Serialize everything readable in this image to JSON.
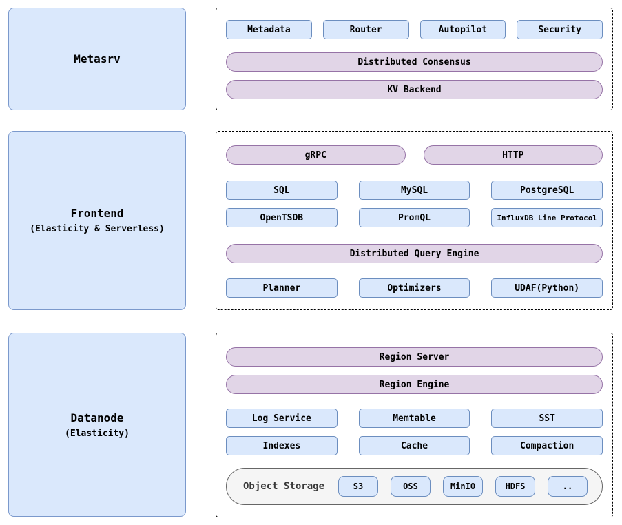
{
  "metasrv": {
    "label": "Metasrv",
    "services": [
      "Metadata",
      "Router",
      "Autopilot",
      "Security"
    ],
    "consensus": "Distributed Consensus",
    "kv_backend": "KV Backend"
  },
  "frontend": {
    "label": "Frontend",
    "sublabel": "(Elasticity & Serverless)",
    "grpc": "gRPC",
    "http": "HTTP",
    "protocols_row1": [
      "SQL",
      "MySQL",
      "PostgreSQL"
    ],
    "protocols_row2": [
      "OpenTSDB",
      "PromQL",
      "InfluxDB Line Protocol"
    ],
    "query_engine": "Distributed Query Engine",
    "engine_parts": [
      "Planner",
      "Optimizers",
      "UDAF(Python)"
    ]
  },
  "datanode": {
    "label": "Datanode",
    "sublabel": "(Elasticity)",
    "region_server": "Region Server",
    "region_engine": "Region Engine",
    "components_row1": [
      "Log Service",
      "Memtable",
      "SST"
    ],
    "components_row2": [
      "Indexes",
      "Cache",
      "Compaction"
    ],
    "object_storage": {
      "label": "Object Storage",
      "backends": [
        "S3",
        "OSS",
        "MinIO",
        "HDFS",
        ".."
      ]
    }
  },
  "colors": {
    "blue_fill": "#dae8fc",
    "blue_border": "#6c8ebf",
    "big_box_border": "#7b99cc",
    "purple_fill": "#e1d5e7",
    "purple_border": "#9673a6",
    "storage_fill": "#f5f5f5",
    "storage_border": "#666666",
    "dashed_border": "#000000"
  }
}
